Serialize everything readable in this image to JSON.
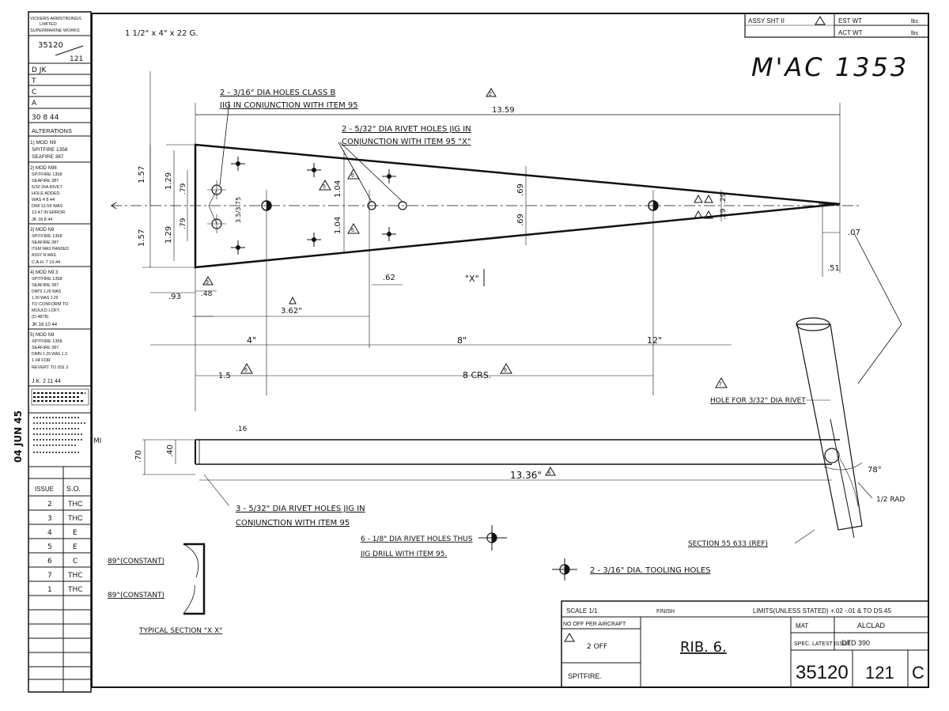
{
  "left_strip": {
    "company": [
      "VICKERS ARMSTRONGS",
      "LIMITED",
      "SUPERMARINE WORKS"
    ],
    "drawing_no": "35120",
    "sheet_no": "121",
    "rows": [
      "D JK",
      "T",
      "C",
      "A",
      "30 8 44"
    ],
    "alterations_title": "ALTERATIONS",
    "mods": [
      [
        "1) MOD N9",
        "SPITFIRE 1358",
        "SEAFIRE 387"
      ],
      [
        "2) MOD N98",
        "SPITFIRE 1358",
        "SEAFIRE 387",
        "5/32 DIA RIVET",
        "HOLE ADDED",
        "WAS 4 8 44",
        "DIM 13.59 WAS",
        "13.47 IN ERROR",
        "JK 18 8 44"
      ],
      [
        "3) MOD N9",
        "SPITFIRE 1358",
        "SEAFIRE 387",
        "ITEM WAS HANDED",
        "ASSY N WAS",
        "C.A.H. 7 10.44"
      ],
      [
        "4) MOD N9 3",
        "SPITFIRE 1358",
        "SEAFIRE 387",
        "DIM'S 1.29 WAS",
        "1.30 WAS 1.29",
        "TO CONFORM TO",
        "MOULD LOFT.",
        "(D.4878)",
        "JK 16 10 44"
      ],
      [
        "5) MOD N9",
        "SPITFIRE 1358",
        "SEAFIRE 387",
        "DIMN 1.29 WAS 1.3",
        "1.04 FOR",
        "REVERT TO ISS 3",
        "J.K. 2 11 44"
      ]
    ],
    "issue_header": [
      "ISSUE",
      "S.O."
    ],
    "issues": [
      [
        "2",
        "THC"
      ],
      [
        "3",
        "THC"
      ],
      [
        "4",
        "E"
      ],
      [
        "5",
        "E"
      ],
      [
        "6",
        "C"
      ],
      [
        "7",
        "THC"
      ],
      [
        "1",
        "THC"
      ]
    ],
    "stamp": "04 JUN 45",
    "margin_note": "MI"
  },
  "drawing": {
    "material_note": "1 1/2\" x 4\" x 22 G.",
    "handwritten": "M'AC 1353",
    "notes": {
      "holes_class_b": "2 - 3/16\" DIA HOLES CLASS B",
      "jig_95_a": "JIG IN CONJUNCTION WITH ITEM 95",
      "rivet_holes_top": "2 - 5/32\" DIA RIVET HOLES JIG IN",
      "jig_95_b": "CONJUNCTION WITH ITEM 95 \"X\"",
      "rivet_holes_bottom": "3 - 5/32\" DIA RIVET HOLES JIG IN",
      "jig_95_c": "CONJUNCTION WITH ITEM 95",
      "rivet_holes_eighth": "6 - 1/8\" DIA RIVET HOLES THUS",
      "jig_drill": "JIG DRILL WITH ITEM 95.",
      "tooling_holes": "2 - 3/16\" DIA. TOOLING HOLES",
      "hole_rivet": "HOLE FOR 3/32\" DIA RIVET",
      "section_ref": "SECTION 55 633 (REF)",
      "typical_section": "TYPICAL SECTION \"X X\"",
      "constant_1": "89°(CONSTANT)",
      "constant_2": "89°(CONSTANT)"
    },
    "dims": {
      "overall": "13.59",
      "upper_157": "1.57",
      "lower_157": "1.57",
      "d129a": "1.29",
      "d129b": "1.29",
      "d79a": ".79",
      "d79b": ".79",
      "d375": "3.5/3.75",
      "d104a": "1.04",
      "d104b": "1.04",
      "d69a": ".69",
      "d69b": ".69",
      "d29a": ".29",
      "d29b": ".29",
      "d07": ".07",
      "d51": ".51",
      "d93": ".93",
      "d48": ".48",
      "d62": ".62",
      "x_label": "\"X\"",
      "d362": "3.62\"",
      "d4": "4\"",
      "d8": "8\"",
      "d12": "12\"",
      "d15": "1.5",
      "crs": "8 CRS.",
      "d16": ".16",
      "d70": ".70",
      "d40": ".40",
      "d1336": "13.36\"",
      "angle78": "78°",
      "rad": "1/2 RAD"
    },
    "rev_marks": [
      "2",
      "3",
      "4",
      "5",
      "6",
      "7"
    ]
  },
  "top_right": {
    "assy_label": "ASSY SHT II",
    "est_wt": "EST WT",
    "act_wt": "ACT WT",
    "unit": "lbs"
  },
  "title_block": {
    "scale": "SCALE 1/1",
    "finish": "FINISH",
    "limits": "LIMITS(UNLESS STATED) +.02 -.01 & TO DS.45",
    "no_off": "NO OFF PER AIRCRAFT",
    "qty": "2 OFF",
    "aircraft": "SPITFIRE.",
    "title": "RIB. 6.",
    "mat_label": "MAT",
    "mat_value": "ALCLAD",
    "spec_label": "SPEC. LATEST ISSUE",
    "spec_value": "DTD 390",
    "drawing_no": "35120",
    "sheet_no": "121",
    "issue": "C"
  }
}
